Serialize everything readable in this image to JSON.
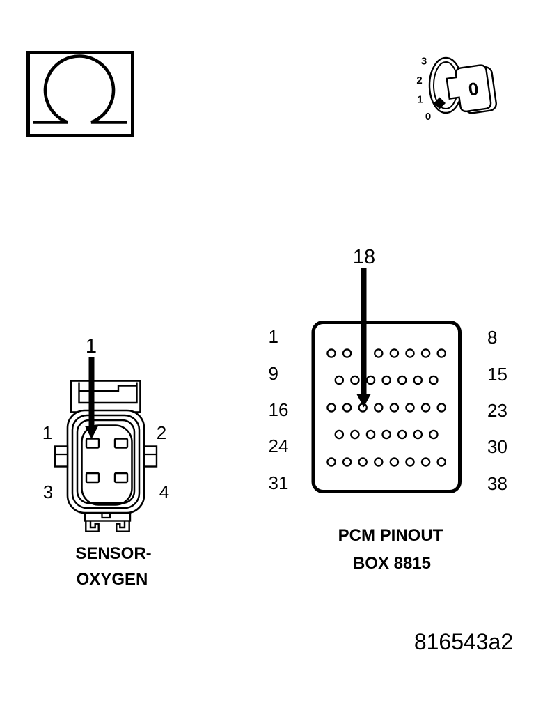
{
  "colors": {
    "line": "#000000",
    "background": "#ffffff"
  },
  "icons": {
    "ohm_symbol": "Ω",
    "dial_pointer": "diamond"
  },
  "meter": {
    "dial": {
      "scale_labels": [
        "3",
        "2",
        "1",
        "0"
      ],
      "knob_value": "0"
    }
  },
  "oxygen_connector": {
    "pointer_label": "1",
    "pin_labels": {
      "pin1": "1",
      "pin2": "2",
      "pin3": "3",
      "pin4": "4"
    },
    "caption_line1": "SENSOR-",
    "caption_line2": "OXYGEN"
  },
  "pcm": {
    "pointer_label": "18",
    "row_labels_left": [
      "1",
      "9",
      "16",
      "24",
      "31"
    ],
    "row_labels_right": [
      "8",
      "15",
      "23",
      "30",
      "38"
    ],
    "caption_line1": "PCM PINOUT",
    "caption_line2": "BOX 8815"
  },
  "figure_id": "816543a2"
}
